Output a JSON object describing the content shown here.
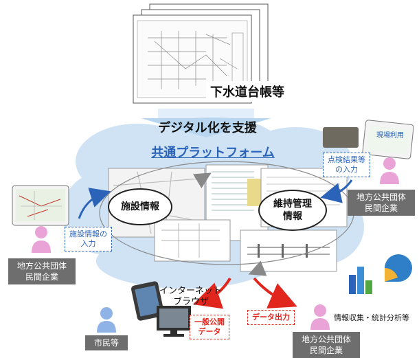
{
  "ledger_label": "下水道台帳等",
  "digitize_label": "デジタル化を支援",
  "platform_title": "共通プラットフォーム",
  "facility_info": "施設情報",
  "maintenance_info_line1": "維持管理",
  "maintenance_info_line2": "情報",
  "facility_input_line1": "施設情報の",
  "facility_input_line2": "入力",
  "inspection_input_line1": "点検結果等",
  "inspection_input_line2": "の入力",
  "field_use_label": "現場利用",
  "left_entity_line1": "地方公共団体",
  "left_entity_line2": "民間企業",
  "right_entity_line1": "地方公共団体",
  "right_entity_line2": "民間企業",
  "bottom_entity_line1": "地方公共団体",
  "bottom_entity_line2": "民間企業",
  "citizens_label": "市民等",
  "internet_line1": "インターネット",
  "internet_line2": "ブラウザ",
  "public_data_line1": "一般公開",
  "public_data_line2": "データ",
  "data_output_label": "データ出力",
  "analysis_label": "情報収集・統計分析等",
  "colors": {
    "cloud": "#cfe3f5",
    "blue_accent": "#2b63b8",
    "red_accent": "#e0261d",
    "person_pink": "#e9a3d6",
    "person_blue": "#8fb3e6",
    "gray_box": "#6e6e6e"
  }
}
